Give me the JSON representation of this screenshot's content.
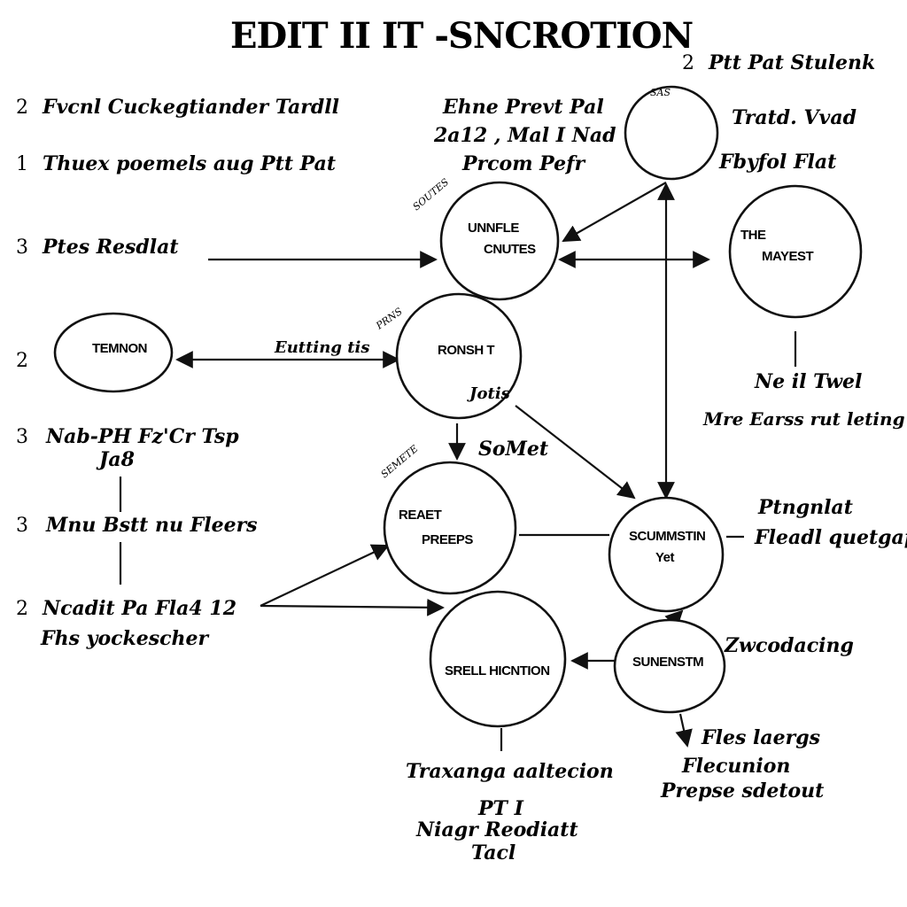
{
  "title": "EDIT II IT -SNCROTION",
  "left_list": [
    {
      "num": "2",
      "text": "Fvcnl Cuckegtiander Tardll"
    },
    {
      "num": "1",
      "text": "Thuex poemels aug Ptt Pat"
    },
    {
      "num": "3",
      "text": "Ptes Resdlat"
    },
    {
      "num": "2",
      "text": ""
    },
    {
      "num": "3",
      "text": "Nab-PH Fz'Cr Tsp"
    },
    {
      "num": "",
      "text": "Ja8"
    },
    {
      "num": "3",
      "text": "Mnu Bstt nu Fleers"
    },
    {
      "num": "2",
      "text": "Ncadit Pa Fla4 12"
    },
    {
      "num": "",
      "text": "Fhs yockescher"
    }
  ],
  "top_right": [
    {
      "num": "2",
      "text": "Ptt Pat Stulenk"
    },
    {
      "num": "",
      "text": "Tratd. Vvad"
    },
    {
      "num": "",
      "text": "Fbyfol Flat"
    }
  ],
  "center_top": [
    "Ehne Prevt Pal",
    "2a12 , Mal I Nad",
    "Prcom Pefr"
  ],
  "nodes": {
    "reti_top": {
      "label": "",
      "tag": "SAS"
    },
    "unfle": {
      "line1": "UNNFLE",
      "line2": "CNUTES",
      "tag": "SOUTES"
    },
    "the_mayest": {
      "line1": "THE",
      "line2": "MAYEST"
    },
    "tenmon": {
      "label": "TEMNON"
    },
    "ronsh": {
      "label": "RONSH T",
      "tag": "PRNS"
    },
    "reeps": {
      "line1": "REAET",
      "line2": "PREEPS",
      "tag": "SEMETE"
    },
    "scummstin": {
      "line1": "SCUMMSTIN",
      "line2": "Yet"
    },
    "srell": {
      "label": "SRELL HICNTION"
    },
    "sunenstm": {
      "label": "SUNENSTM"
    }
  },
  "edge_labels": {
    "tenmon_ronsh": "Eutting tis",
    "ronsh_sub": "Jotis",
    "reeps_top": "SoMet",
    "mayest_below1": "Ne il Twel",
    "mayest_below2": "Mre Earss rut leting",
    "scum_right1": "Ptngnlat",
    "scum_right2": "Fleadl quetgap",
    "sunen_right": "Zwcodacing",
    "bottom_right1": "Fles laergs",
    "bottom_right2": "Flecunion",
    "bottom_right3": "Prepse sdetout"
  },
  "bottom_center": [
    "Traxanga aaltecion",
    "PT I",
    "Niagr Reodiatt",
    "Tacl"
  ]
}
